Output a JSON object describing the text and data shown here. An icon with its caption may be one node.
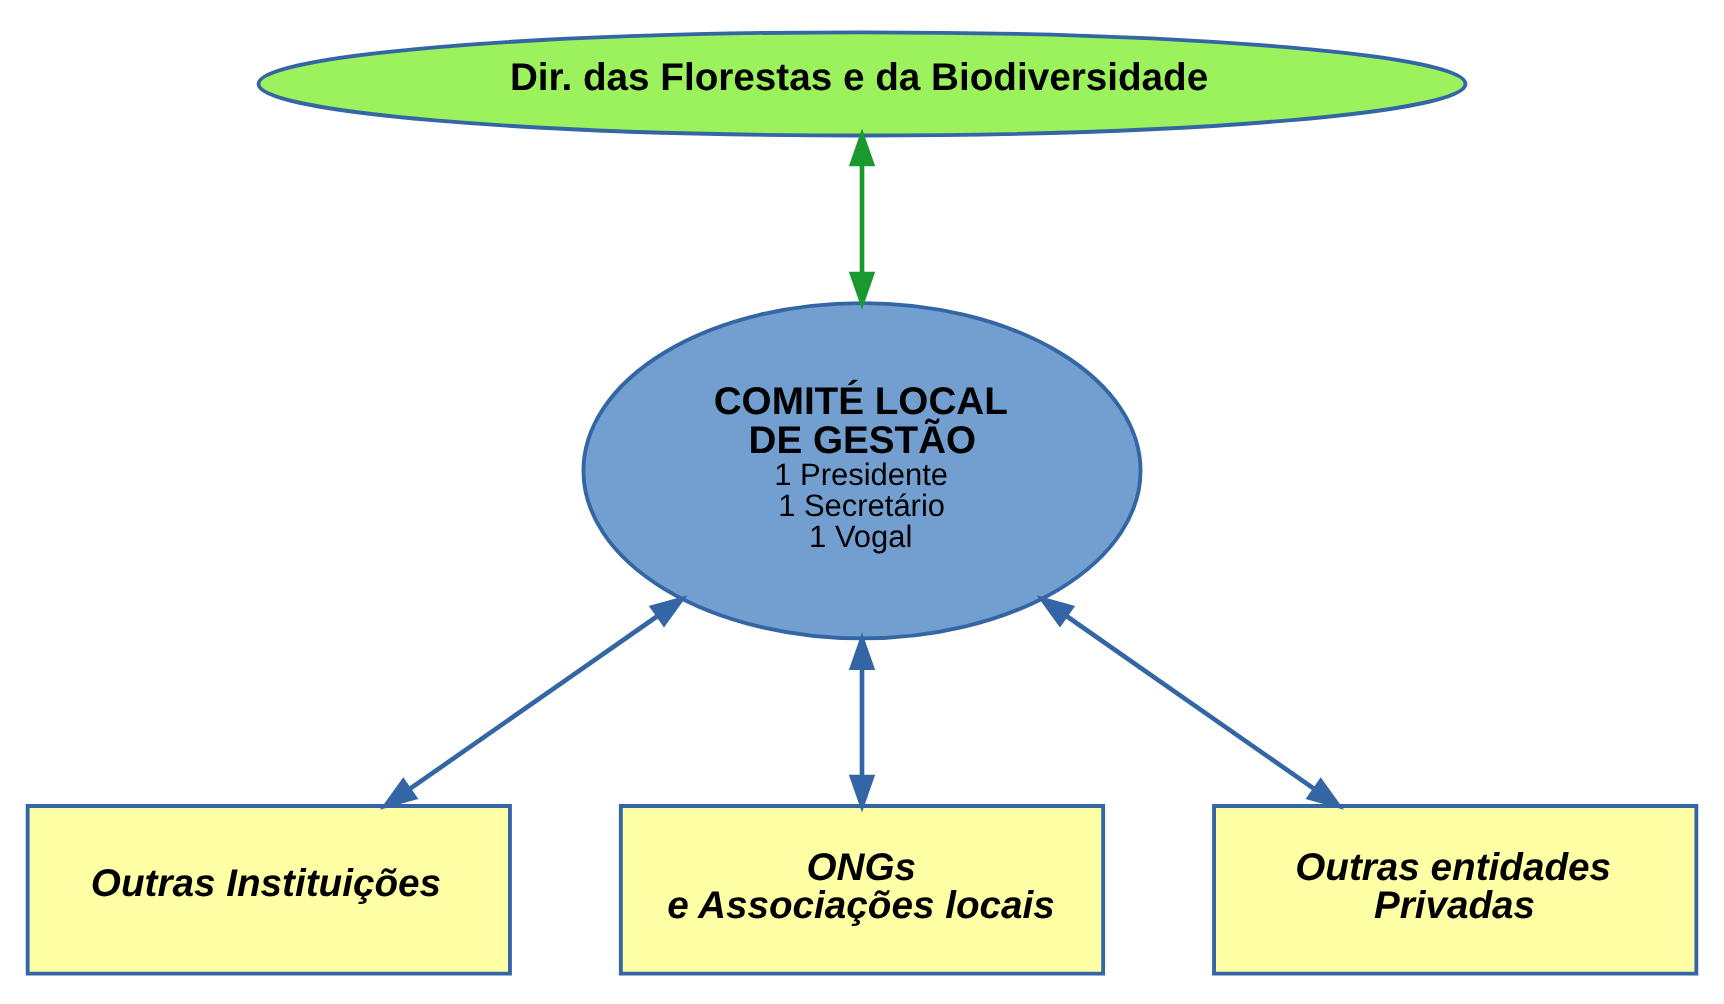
{
  "diagram": {
    "nodes": [
      {
        "text": [
          "Dir. das Florestas e da Biodiversidade"
        ]
      },
      {
        "text": [
          "COMITÉ LOCAL DE GESTÃO",
          "1 Presidente",
          "1 Secretário",
          "1 Vogal"
        ]
      },
      {
        "text": [
          "Outras Instituições"
        ]
      },
      {
        "text": [
          "ONGs e Associações locais"
        ]
      },
      {
        "text": [
          "Outras entidades Privadas"
        ]
      }
    ],
    "edges": [
      {
        "from": 0,
        "to": 1,
        "arrow": "both",
        "color": "#1a9a2e"
      },
      {
        "from": 1,
        "to": 2,
        "arrow": "both"
      },
      {
        "from": 1,
        "to": 3,
        "arrow": "both"
      },
      {
        "from": 1,
        "to": 4,
        "arrow": "both"
      }
    ]
  }
}
